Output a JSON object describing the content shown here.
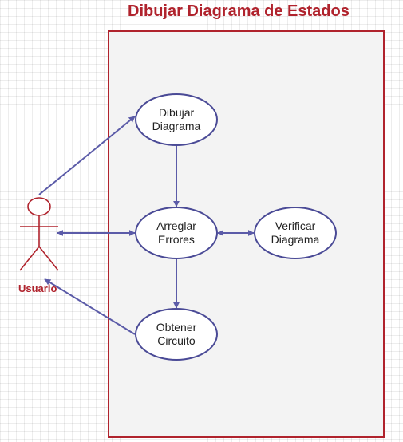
{
  "diagram": {
    "title": "Dibujar Diagrama de Estados",
    "actor": {
      "label": "Usuario"
    },
    "use_cases": [
      {
        "id": "dibujar",
        "text": "Dibujar\nDiagrama"
      },
      {
        "id": "arreglar",
        "text": "Arreglar\nErrores"
      },
      {
        "id": "verificar",
        "text": "Verificar\nDiagrama"
      },
      {
        "id": "obtener",
        "text": "Obtener\nCircuito"
      }
    ],
    "colors": {
      "title": "#b0232d",
      "actor": "#b0232d",
      "connector": "#5b5ba8",
      "use_case_border": "#4a4a96",
      "system_bg": "#f3f3f3"
    }
  }
}
